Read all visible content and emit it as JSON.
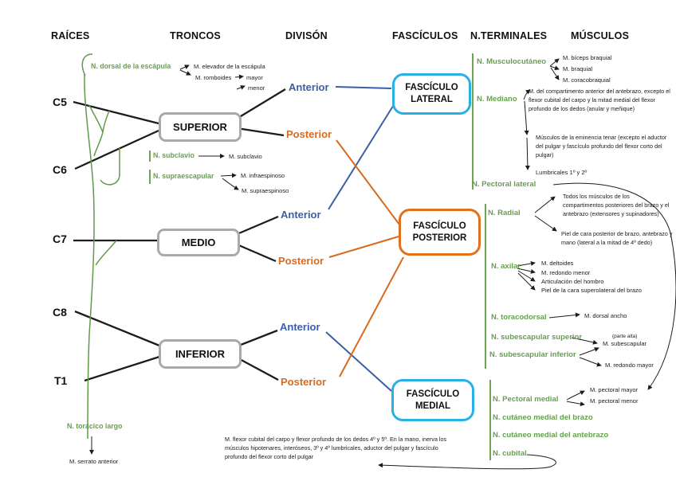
{
  "headers": {
    "raices": "RAÍCES",
    "troncos": "TRONCOS",
    "division": "DIVISÓN",
    "fasciculos": "FASCÍCULOS",
    "terminales": "N.TERMINALES",
    "musculos": "MÚSCULOS"
  },
  "roots": {
    "c5": "C5",
    "c6": "C6",
    "c7": "C7",
    "c8": "C8",
    "t1": "T1"
  },
  "trunks": {
    "superior": "SUPERIOR",
    "medio": "MEDIO",
    "inferior": "INFERIOR"
  },
  "divisions": {
    "sup_ant": "Anterior",
    "sup_post": "Posterior",
    "med_ant": "Anterior",
    "med_post": "Posterior",
    "inf_ant": "Anterior",
    "inf_post": "Posterior"
  },
  "fascicles": {
    "lateral": "FASCÍCULO LATERAL",
    "posterior": "FASCÍCULO POSTERIOR",
    "medial": "FASCÍCULO MEDIAL"
  },
  "collateral_nerves": {
    "dorsal_escapula": "N. dorsal de la escápula",
    "subclavio": "N. subclavio",
    "supraescapular": "N. supraescapular",
    "toracico_largo": "N. torácico largo"
  },
  "terminal_nerves": {
    "musculocutaneo": "N. Musculocutáneo",
    "mediano": "N. Mediano",
    "pectoral_lateral": "N. Pectoral lateral",
    "radial": "N. Radial",
    "axilar": "N. axilar",
    "toracodorsal": "N. toracodorsal",
    "subescapular_superior": "N. subescapular superior",
    "subescapular_inferior": "N. subescapular inferior",
    "pectoral_medial": "N. Pectoral medial",
    "cutaneo_brazo": "N. cutáneo medial del brazo",
    "cutaneo_antebrazo": "N. cutáneo medial del antebrazo",
    "cubital": "N. cubital"
  },
  "muscles": {
    "elevador": "M. elevador de la escápula",
    "romboides": "M. romboides",
    "romboides_mayor": "mayor",
    "romboides_menor": "menor",
    "subclavio": "M. subclavio",
    "infraespinoso": "M. infraespinoso",
    "supraespinoso": "M. supraespinoso",
    "serrato": "M. serrato anterior",
    "biceps": "M. bíceps braquial",
    "braquial": "M. braquial",
    "coracobraquial": "M. coracobraquial",
    "mediano_1": "M. del compartimento anterior del antebrazo, excepto el flexor cubital del carpo y la mitad medial del flexor profundo de los dedos (anular y meñique)",
    "mediano_2": "Músculos de la eminencia tenar (excepto el aductor del pulgar y fascículo profundo del flexor corto del pulgar)",
    "mediano_3": "Lumbricales 1º y 2º",
    "radial_1": "Todos los músculos de los compartimentos posteriores del brazo y el antebrazo (extensores y supinadores)",
    "radial_2": "Piel de cara posterior de brazo, antebrazo y mano (lateral a la mitad de 4º dedo)",
    "deltoides": "M. deltoides",
    "redondo_menor": "M. redondo menor",
    "articulacion_hombro": "Articulación del hombro",
    "piel_superolateral": "Piel de la cara superolateral del brazo",
    "dorsal_ancho": "M. dorsal ancho",
    "parte_alta": "(parte alta)",
    "subescapular": "M. subescapular",
    "redondo_mayor": "M. redondo mayor",
    "pectoral_mayor": "M. pectoral mayor",
    "pectoral_menor": "M. pectoral menor"
  },
  "notes": {
    "cubital_note": "M. flexor cubital del carpo y flexor profundo de los dedos 4º y 5º. En la mano, inerva los músculos hipotenares, interóseos, 3º y 4º lumbricales, aductor del pulgar y fascículo profundo del flexor corto del pulgar"
  },
  "colors": {
    "nerve_green": "#64a14c",
    "division_blue": "#3b5ea9",
    "division_orange": "#d96a1e",
    "fascicle_cyan": "#27b1e6",
    "trunk_gray": "#a9a9a9"
  }
}
